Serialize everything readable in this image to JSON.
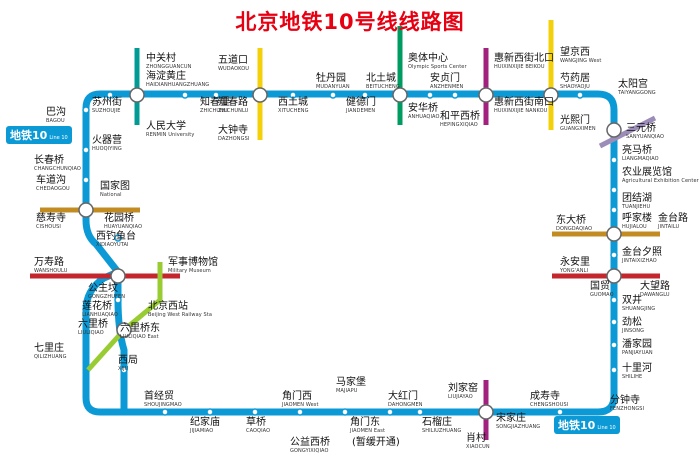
{
  "title": "北京地铁10号线线路图",
  "badge": {
    "zh": "地铁10",
    "en": "Line 10"
  },
  "colors": {
    "line10": "#0c9ad6",
    "line1": "#c4262e",
    "line2": "#004c9c",
    "line4": "#009b95",
    "line5": "#a2207e",
    "line8": "#009b61",
    "line9": "#99cc33",
    "line13": "#f4d00a",
    "line15": "#6e4b9b",
    "line6": "#c28c22",
    "airport": "#9c8db8",
    "title": "#e60012"
  },
  "stations": [
    {
      "id": "bagou",
      "zh": "巴沟",
      "en": "BAGOU"
    },
    {
      "id": "suzhoujie",
      "zh": "苏州街",
      "en": "SUZHOUJIE"
    },
    {
      "id": "haidian",
      "zh": "海淀黄庄",
      "en": "HAIDIANHUANGZHUANG"
    },
    {
      "id": "zgc",
      "zh": "中关村",
      "en": "ZHONGGUANCUN"
    },
    {
      "id": "renda",
      "zh": "人民大学",
      "en": "RENMIN University"
    },
    {
      "id": "zhichunli",
      "zh": "知春里",
      "en": "ZHICHUNLI"
    },
    {
      "id": "wudaokou",
      "zh": "五道口",
      "en": "WUDAOKOU"
    },
    {
      "id": "zhichunlu",
      "zh": "知春路",
      "en": "ZHICHUNLU"
    },
    {
      "id": "dazhongsi",
      "zh": "大钟寺",
      "en": "DAZHONGSI"
    },
    {
      "id": "xitucheng",
      "zh": "西土城",
      "en": "XITUCHENG"
    },
    {
      "id": "mudanyuan",
      "zh": "牡丹园",
      "en": "MUDANYUAN"
    },
    {
      "id": "jiandemen",
      "zh": "健德门",
      "en": "JIANDEMEN"
    },
    {
      "id": "beitucheng",
      "zh": "北土城",
      "en": "BEITUCHENG"
    },
    {
      "id": "olympic",
      "zh": "奥体中心",
      "en": "Olympic Sports Center"
    },
    {
      "id": "anhuaqiao",
      "zh": "安华桥",
      "en": "ANHUAQIAO"
    },
    {
      "id": "anzhenmen",
      "zh": "安贞门",
      "en": "ANZHENMEN"
    },
    {
      "id": "hepingxiqiao",
      "zh": "和平西桥",
      "en": "HEPINGXIQIAO"
    },
    {
      "id": "hxxjbk",
      "zh": "惠新西街北口",
      "en": "HUIXINXIJIE BEIKOU"
    },
    {
      "id": "hxxjnk",
      "zh": "惠新西街南口",
      "en": "HUIXINXIJIE NANKOU"
    },
    {
      "id": "wangjingxi",
      "zh": "望京西",
      "en": "WANGJING West"
    },
    {
      "id": "shaoyaoju",
      "zh": "芍药居",
      "en": "SHAOYAOJU"
    },
    {
      "id": "guangximen",
      "zh": "光熙门",
      "en": "GUANGXIMEN"
    },
    {
      "id": "taiyanggong",
      "zh": "太阳宫",
      "en": "TAIYANGGONG"
    },
    {
      "id": "sanyuanqiao",
      "zh": "三元桥",
      "en": "SANYUANQIAO"
    },
    {
      "id": "liangmaqiao",
      "zh": "亮马桥",
      "en": "LIANGMAQIAO"
    },
    {
      "id": "agricultural",
      "zh": "农业展览馆",
      "en": "Agricultural Exhibition Center"
    },
    {
      "id": "tuanjiehu",
      "zh": "团结湖",
      "en": "TUANJIEHU"
    },
    {
      "id": "dongdaqiao",
      "zh": "东大桥",
      "en": "DONGDAQIAO"
    },
    {
      "id": "hujialou",
      "zh": "呼家楼",
      "en": "HUJIALOU"
    },
    {
      "id": "jintailu",
      "zh": "金台路",
      "en": "JINTAILU"
    },
    {
      "id": "jintaixizhao",
      "zh": "金台夕照",
      "en": "JINTAIXIZHAO"
    },
    {
      "id": "yonganli",
      "zh": "永安里",
      "en": "YONG'ANLI"
    },
    {
      "id": "guomao",
      "zh": "国贸",
      "en": "GUOMAO"
    },
    {
      "id": "dawanglu",
      "zh": "大望路",
      "en": "DAWANGLU"
    },
    {
      "id": "shuangjing",
      "zh": "双井",
      "en": "SHUANGJING"
    },
    {
      "id": "jinsong",
      "zh": "劲松",
      "en": "JINSONG"
    },
    {
      "id": "panjiayuan",
      "zh": "潘家园",
      "en": "PANJIAYUAN"
    },
    {
      "id": "shilihe",
      "zh": "十里河",
      "en": "SHILIHE"
    },
    {
      "id": "fenzhongsi",
      "zh": "分钟寺",
      "en": "FENZHONGSI"
    },
    {
      "id": "chengshousi",
      "zh": "成寿寺",
      "en": "CHENGSHOUSI"
    },
    {
      "id": "songjiazhuang",
      "zh": "宋家庄",
      "en": "SONGJIAZHUANG"
    },
    {
      "id": "xiaocun",
      "zh": "肖村",
      "en": "XIAOCUN"
    },
    {
      "id": "liujiayao",
      "zh": "刘家窑",
      "en": "LIUJIAYAO"
    },
    {
      "id": "shiliuzhuang",
      "zh": "石榴庄",
      "en": "SHILIUZHUANG"
    },
    {
      "id": "dahongmen",
      "zh": "大红门",
      "en": "DAHONGMEN"
    },
    {
      "id": "jiaomendong",
      "zh": "角门东",
      "en": "JIAOMEN East"
    },
    {
      "id": "jiaomendong_note",
      "zh": "(暂缓开通)",
      "en": ""
    },
    {
      "id": "majiapu",
      "zh": "马家堡",
      "en": "MAJIAPU"
    },
    {
      "id": "jiaomenxi",
      "zh": "角门西",
      "en": "JIAOMEN West"
    },
    {
      "id": "gongyixiqiao",
      "zh": "公益西桥",
      "en": "GONGYIXIQIAO"
    },
    {
      "id": "caoqiao",
      "zh": "草桥",
      "en": "CAOQIAO"
    },
    {
      "id": "jijiamiao",
      "zh": "纪家庙",
      "en": "JIJIAMIAO"
    },
    {
      "id": "shoujingmao",
      "zh": "首经贸",
      "en": "SHOUJINGMAO"
    },
    {
      "id": "xiju",
      "zh": "西局",
      "en": "XIJU"
    },
    {
      "id": "liuliqiaodong",
      "zh": "六里桥东",
      "en": "LIULIQIAO East"
    },
    {
      "id": "beijingwest",
      "zh": "北京西站",
      "en": "Beijing West Railway Sta"
    },
    {
      "id": "liuliqiao",
      "zh": "六里桥",
      "en": "LIULIQIAO"
    },
    {
      "id": "qilizhuang",
      "zh": "七里庄",
      "en": "QILIZHUANG"
    },
    {
      "id": "lianhuaqiao",
      "zh": "莲花桥",
      "en": "LIANHUAQIAO"
    },
    {
      "id": "gongzhufen",
      "zh": "公主坟",
      "en": "GONGZHUFEN"
    },
    {
      "id": "military",
      "zh": "军事博物馆",
      "en": "Military Museum"
    },
    {
      "id": "wanshoulu",
      "zh": "万寿路",
      "en": "WANSHOULU"
    },
    {
      "id": "xidiaoyutai",
      "zh": "西钓鱼台",
      "en": "XIDIAOYUTAI"
    },
    {
      "id": "huayuanqiao",
      "zh": "花园桥",
      "en": "HUAYUANQIAO"
    },
    {
      "id": "cishousi",
      "zh": "慈寿寺",
      "en": "CISHOUSI"
    },
    {
      "id": "national",
      "zh": "国家图",
      "en": "National"
    },
    {
      "id": "chedaogou",
      "zh": "车道沟",
      "en": "CHEDAOGOU"
    },
    {
      "id": "changchun",
      "zh": "长春桥",
      "en": "CHANGCHUNQIAO"
    },
    {
      "id": "huoqiying",
      "zh": "火器营",
      "en": "HUOQIYING"
    }
  ]
}
